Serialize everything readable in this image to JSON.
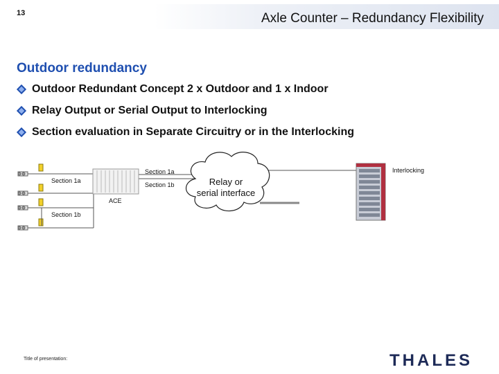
{
  "slide": {
    "number": "13",
    "title": "Axle Counter – Redundancy Flexibility"
  },
  "section_heading": "Outdoor redundancy",
  "bullets": [
    "Outdoor Redundant Concept 2 x Outdoor and 1 x Indoor",
    "Relay Output or Serial Output to Interlocking",
    "Section evaluation in Separate Circuitry or in the Interlocking"
  ],
  "diagram": {
    "section_1a_left": "Section 1a",
    "section_1b_left": "Section 1b",
    "ace": "ACE",
    "section_1a_right": "Section 1a",
    "section_1b_right": "Section 1b",
    "cloud_line1": "Relay or",
    "cloud_line2": "serial interface",
    "interlocking": "Interlocking"
  },
  "footer": {
    "presentation_title_label": "Title of presentation:",
    "logo_text": "THALES"
  },
  "colors": {
    "accent": "#1f4fb0",
    "rack_red": "#b03040",
    "logo": "#1d2a57"
  }
}
